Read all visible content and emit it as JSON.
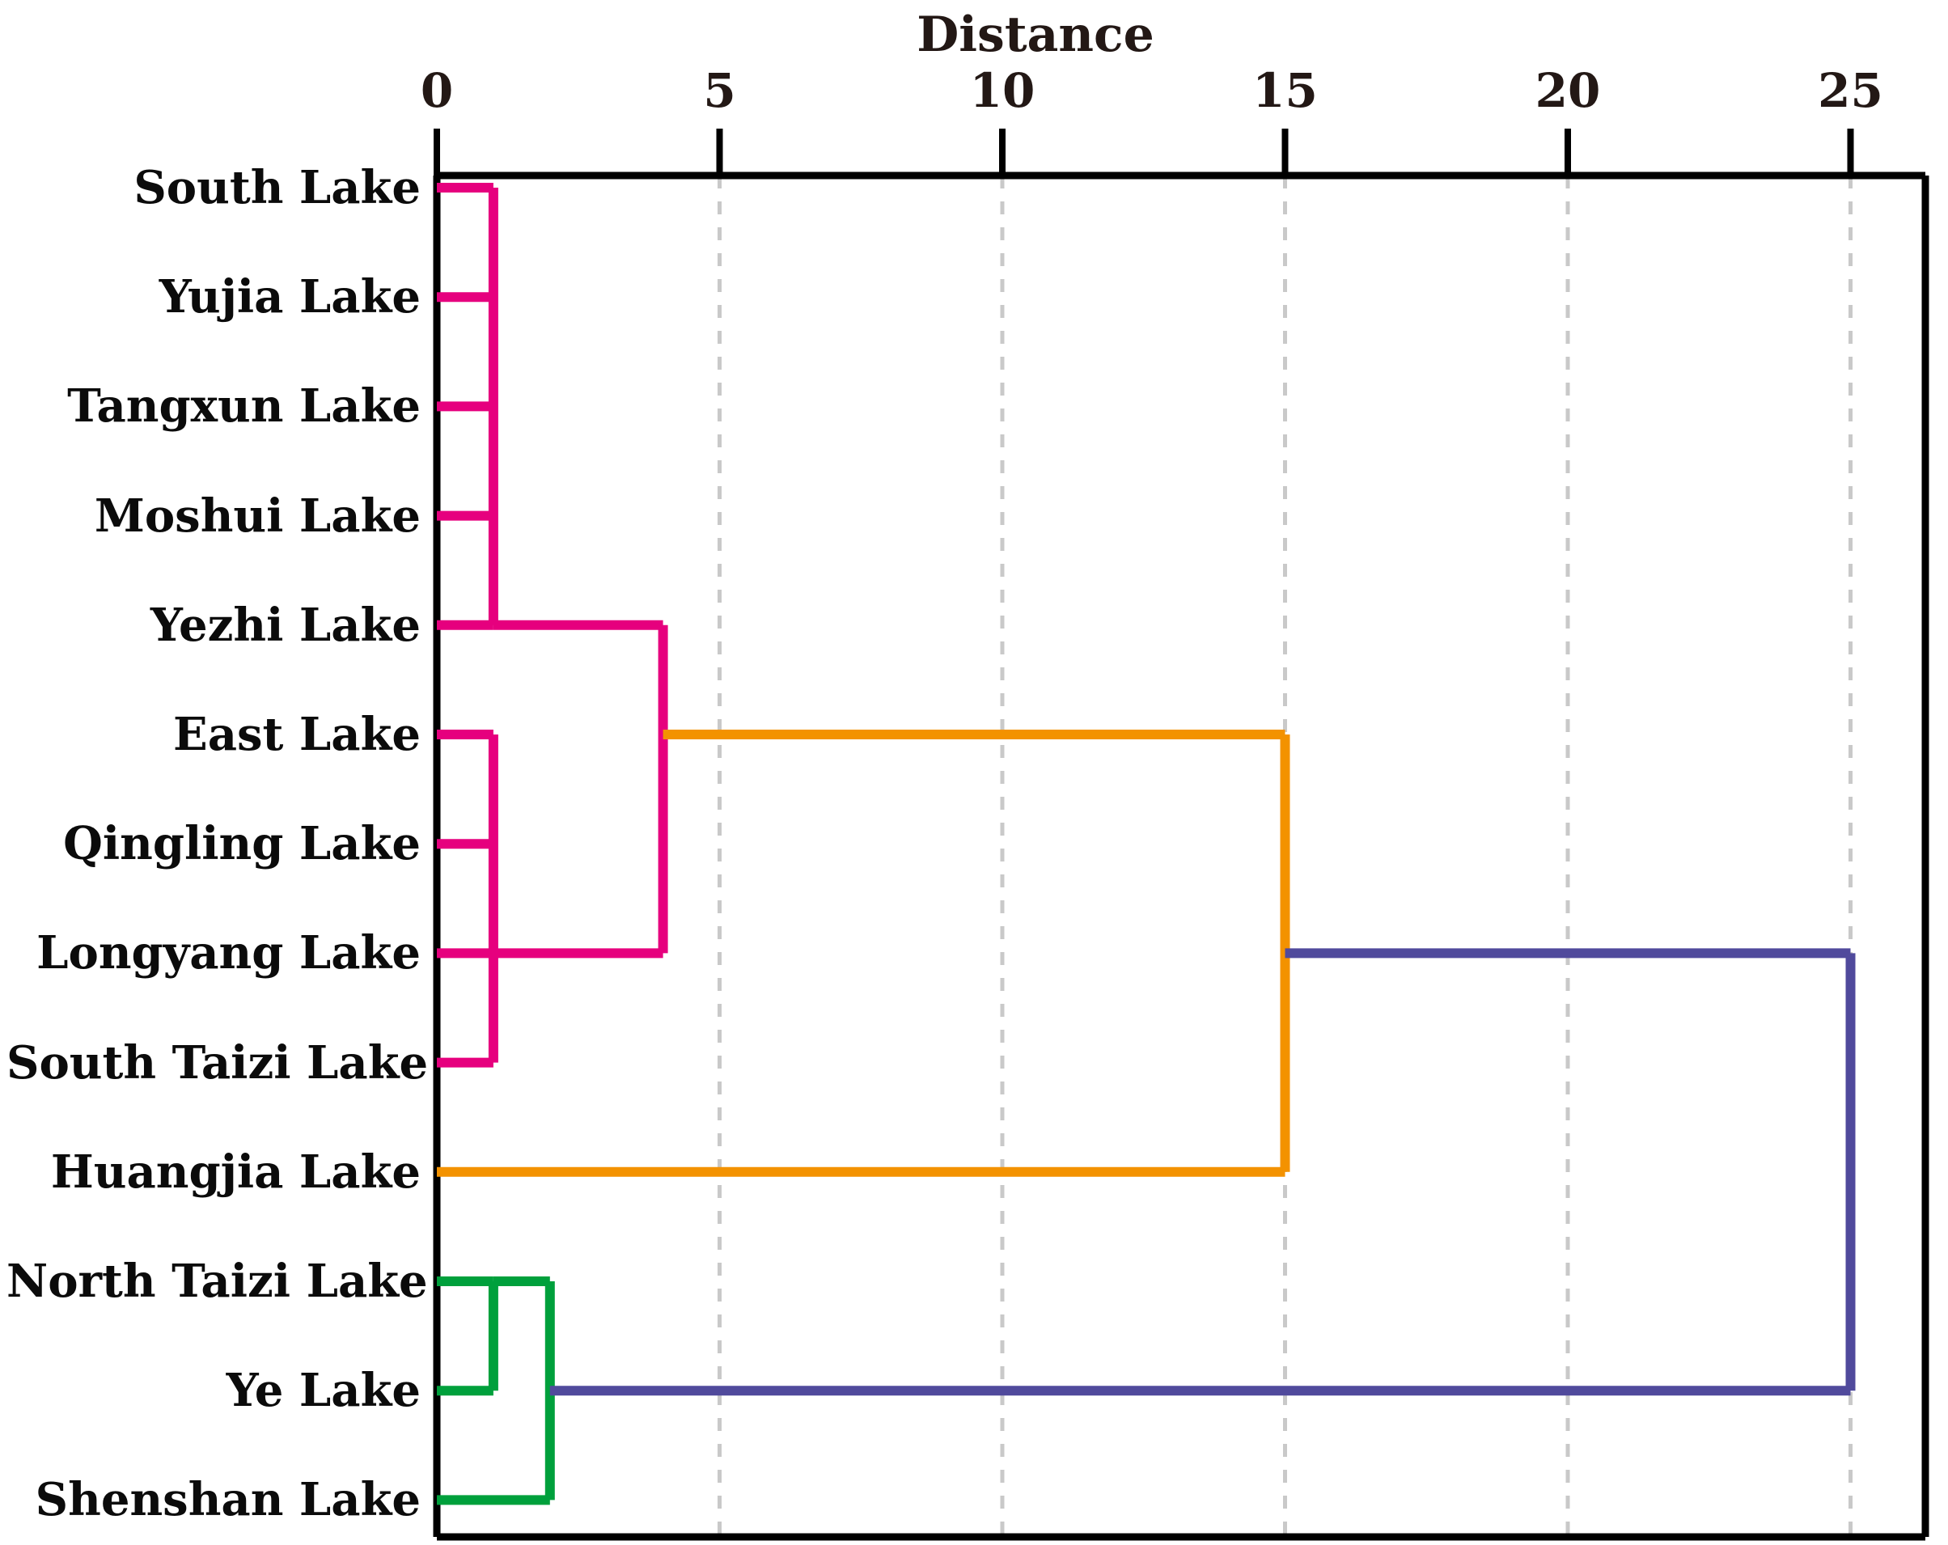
{
  "figure": {
    "type": "dendrogram",
    "axis_title": "Distance",
    "background": "#ffffff",
    "text_color": "#231815"
  },
  "axis": {
    "label": "Distance",
    "ticks": [
      {
        "value": 0,
        "label": "0"
      },
      {
        "value": 5,
        "label": "5"
      },
      {
        "value": 10,
        "label": "10"
      },
      {
        "value": 15,
        "label": "15"
      },
      {
        "value": 20,
        "label": "20"
      },
      {
        "value": 25,
        "label": "25"
      }
    ],
    "range": [
      0,
      26.3
    ],
    "gridlines": [
      5,
      10,
      15,
      20,
      25
    ],
    "grid_style": "dashed",
    "grid_color": "#c9c9c9",
    "frame_color": "#000000"
  },
  "leaves": [
    {
      "index": 0,
      "label": "South Lake"
    },
    {
      "index": 1,
      "label": "Yujia Lake"
    },
    {
      "index": 2,
      "label": "Tangxun Lake"
    },
    {
      "index": 3,
      "label": "Moshui Lake"
    },
    {
      "index": 4,
      "label": "Yezhi Lake"
    },
    {
      "index": 5,
      "label": "East Lake"
    },
    {
      "index": 6,
      "label": "Qingling Lake"
    },
    {
      "index": 7,
      "label": "Longyang Lake"
    },
    {
      "index": 8,
      "label": "South Taizi Lake"
    },
    {
      "index": 9,
      "label": "Huangjia Lake"
    },
    {
      "index": 10,
      "label": "North Taizi Lake"
    },
    {
      "index": 11,
      "label": "Ye Lake"
    },
    {
      "index": 12,
      "label": "Shenshan Lake"
    }
  ],
  "cluster_colors": {
    "pink": "#E6007E",
    "orange": "#F39200",
    "green": "#00A03C",
    "purple": "#504A9C"
  },
  "chart_data": {
    "type": "dendrogram",
    "title": "",
    "xlabel": "Distance",
    "ylabel": "",
    "xlim": [
      0,
      26.3
    ],
    "grid": true,
    "orientation": "horizontal-left-root-right",
    "leaf_order": [
      "South Lake",
      "Yujia Lake",
      "Tangxun Lake",
      "Moshui Lake",
      "Yezhi Lake",
      "East Lake",
      "Qingling Lake",
      "Longyang Lake",
      "South Taizi Lake",
      "Huangjia Lake",
      "North Taizi Lake",
      "Ye Lake",
      "Shenshan Lake"
    ],
    "xticks": [
      0,
      5,
      10,
      15,
      20,
      25
    ],
    "clusters": [
      {
        "color": "#E6007E",
        "members": [
          "South Lake",
          "Yujia Lake",
          "Tangxun Lake",
          "Moshui Lake",
          "Yezhi Lake",
          "East Lake",
          "Qingling Lake",
          "Longyang Lake",
          "South Taizi Lake"
        ]
      },
      {
        "color": "#00A03C",
        "members": [
          "North Taizi Lake",
          "Ye Lake",
          "Shenshan Lake"
        ]
      },
      {
        "color": "#F39200",
        "members": [
          "pink-cluster",
          "Huangjia Lake"
        ]
      },
      {
        "color": "#504A9C",
        "members": [
          "orange-cluster",
          "green-cluster"
        ]
      }
    ],
    "links": [
      {
        "color": "#E6007E",
        "distance": 1.0,
        "children": [
          "South Lake",
          "Yujia Lake",
          "Tangxun Lake",
          "Moshui Lake",
          "Yezhi Lake"
        ],
        "note": "ladder spine at d=1"
      },
      {
        "color": "#E6007E",
        "distance": 1.0,
        "children": [
          "East Lake",
          "Qingling Lake",
          "Longyang Lake"
        ],
        "note": "ladder spine at d=1"
      },
      {
        "color": "#E6007E",
        "distance": 4.0,
        "children": [
          "cluster-A",
          "cluster-B"
        ],
        "note": "merge of the two d=1 pink sub-spines"
      },
      {
        "color": "#E6007E",
        "distance": 1.0,
        "children": [
          "cluster-AB",
          "South Taizi Lake"
        ],
        "note": "spine at d=1 reaching South Taizi Lake"
      },
      {
        "color": "#00A03C",
        "distance": 1.0,
        "children": [
          "North Taizi Lake",
          "Ye Lake"
        ]
      },
      {
        "color": "#00A03C",
        "distance": 2.0,
        "children": [
          "green-pair",
          "Shenshan Lake"
        ]
      },
      {
        "color": "#F39200",
        "distance": 15.0,
        "children": [
          "pink-cluster",
          "Huangjia Lake"
        ]
      },
      {
        "color": "#504A9C",
        "distance": 25.0,
        "children": [
          "orange-cluster",
          "green-cluster"
        ]
      }
    ]
  }
}
